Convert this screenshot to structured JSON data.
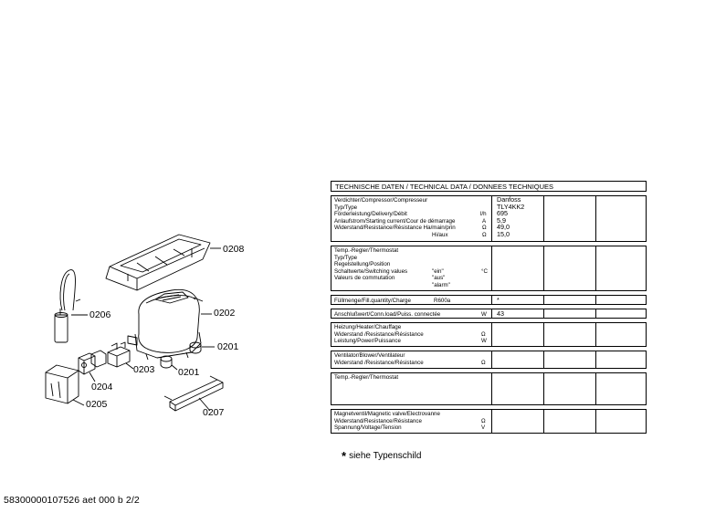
{
  "callouts": {
    "c0208": "0208",
    "c0206": "0206",
    "c0202": "0202",
    "c0201a": "0201",
    "c0203": "0203",
    "c0201b": "0201",
    "c0204": "0204",
    "c0205": "0205",
    "c0207": "0207"
  },
  "table": {
    "header": "TECHNISCHE DATEN / TECHNICAL DATA / DONNEES TECHNIQUES",
    "compressor": {
      "lines": [
        "Verdichter/Compressor/Compresseur",
        "Typ/Type",
        "Förderleistung/Delivery/Débit",
        "Anlaufstrom/Starting current/Cour de démarrage",
        "Widerstand/Resistance/Résistance Ha/main/prin",
        "Hi/aux"
      ],
      "units": [
        "",
        "",
        "l/h",
        "A",
        "Ω",
        "Ω"
      ],
      "values": [
        "Danfoss",
        "TLY4KK2",
        "695",
        "5,9",
        "49,0",
        "15,0"
      ]
    },
    "thermostat": {
      "lines": [
        "Temp.-Regler/Thermostat",
        "Typ/Type",
        "Regelstellung/Position",
        "Schaltwerte/Switching values",
        "Valeurs de commutation"
      ],
      "states": [
        "\"ein\"",
        "\"aus\"",
        "\"alarm\""
      ],
      "unit": "°C"
    },
    "charge": {
      "label": "Füllmenge/Fill.quantity/Charge",
      "gas": "R600a",
      "value": "*"
    },
    "power": {
      "label": "Anschlußwert/Conn.load/Puiss. connectée",
      "unit": "W",
      "value": "43"
    },
    "heater": {
      "lines": [
        "Heizung/Heater/Chauffage",
        "Widerstand /Resistance/Résistance",
        "Leistung/Power/Puissance"
      ],
      "units": [
        "",
        "Ω",
        "W"
      ]
    },
    "fan": {
      "lines": [
        "Ventilator/Blower/Ventilateur",
        "Widerstand /Resistance/Résistance"
      ],
      "units": [
        "",
        "Ω"
      ]
    },
    "thermostat2": {
      "label": "Temp.-Regler/Thermostat"
    },
    "valve": {
      "lines": [
        "Magnetventil/Magnetic valve/Electrovanne",
        "Widerstand/Resistance/Résistance",
        "Spannung/Voltage/Tension"
      ],
      "units": [
        "",
        "Ω",
        "V"
      ]
    }
  },
  "footnote": "siehe Typenschild",
  "footnote_mark": "*",
  "doc_id": "58300000107526 aet 000 b 2/2"
}
